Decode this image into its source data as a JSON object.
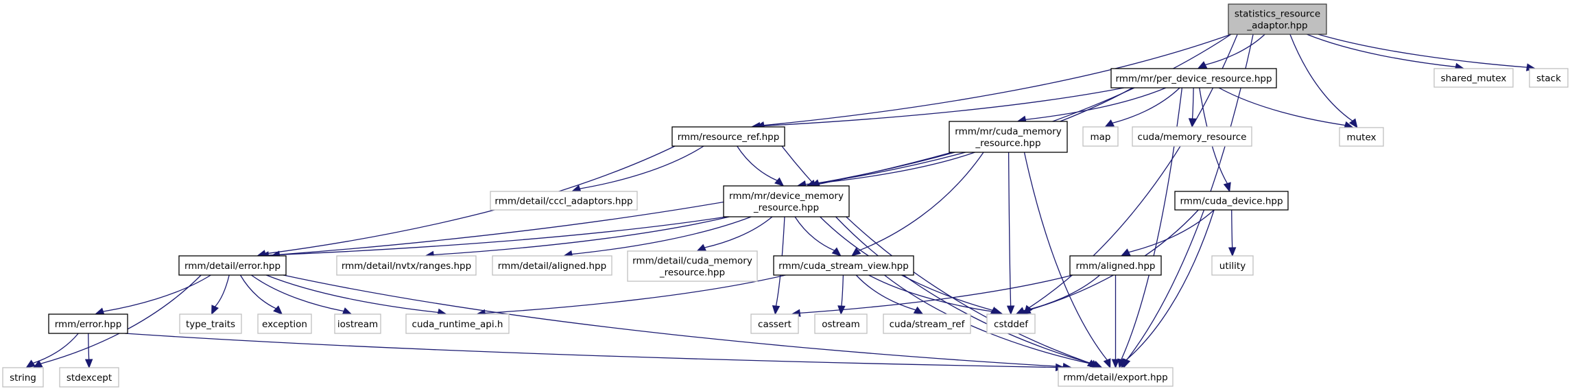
{
  "graph": {
    "title": "statistics_resource_adaptor.hpp include dependency graph",
    "colors": {
      "edge": "#191970",
      "root_fill": "#bfbfbf",
      "local_border": "#000000",
      "system_border": "#bfbfbf"
    },
    "nodes": [
      {
        "id": "root",
        "kind": "root",
        "lines": [
          "statistics_resource",
          "_adaptor.hpp"
        ]
      },
      {
        "id": "per_device",
        "kind": "local",
        "lines": [
          "rmm/mr/per_device_resource.hpp"
        ]
      },
      {
        "id": "shared_mutex",
        "kind": "sys",
        "lines": [
          "shared_mutex"
        ]
      },
      {
        "id": "stack",
        "kind": "sys",
        "lines": [
          "stack"
        ]
      },
      {
        "id": "resource_ref",
        "kind": "local",
        "lines": [
          "rmm/resource_ref.hpp"
        ]
      },
      {
        "id": "cuda_mr",
        "kind": "local",
        "lines": [
          "rmm/mr/cuda_memory",
          "_resource.hpp"
        ]
      },
      {
        "id": "map",
        "kind": "sys",
        "lines": [
          "map"
        ]
      },
      {
        "id": "cuda_memres",
        "kind": "sys",
        "lines": [
          "cuda/memory_resource"
        ]
      },
      {
        "id": "mutex",
        "kind": "sys",
        "lines": [
          "mutex"
        ]
      },
      {
        "id": "cccl",
        "kind": "sys",
        "lines": [
          "rmm/detail/cccl_adaptors.hpp"
        ]
      },
      {
        "id": "device_mr",
        "kind": "local",
        "lines": [
          "rmm/mr/device_memory",
          "_resource.hpp"
        ]
      },
      {
        "id": "cuda_device",
        "kind": "local",
        "lines": [
          "rmm/cuda_device.hpp"
        ]
      },
      {
        "id": "detail_error",
        "kind": "local",
        "lines": [
          "rmm/detail/error.hpp"
        ]
      },
      {
        "id": "nvtx",
        "kind": "sys",
        "lines": [
          "rmm/detail/nvtx/ranges.hpp"
        ]
      },
      {
        "id": "detail_aligned",
        "kind": "sys",
        "lines": [
          "rmm/detail/aligned.hpp"
        ]
      },
      {
        "id": "detail_cuda_mr",
        "kind": "sys",
        "lines": [
          "rmm/detail/cuda_memory",
          "_resource.hpp"
        ]
      },
      {
        "id": "stream_view",
        "kind": "local",
        "lines": [
          "rmm/cuda_stream_view.hpp"
        ]
      },
      {
        "id": "aligned",
        "kind": "local",
        "lines": [
          "rmm/aligned.hpp"
        ]
      },
      {
        "id": "utility",
        "kind": "sys",
        "lines": [
          "utility"
        ]
      },
      {
        "id": "error",
        "kind": "local",
        "lines": [
          "rmm/error.hpp"
        ]
      },
      {
        "id": "type_traits",
        "kind": "sys",
        "lines": [
          "type_traits"
        ]
      },
      {
        "id": "exception",
        "kind": "sys",
        "lines": [
          "exception"
        ]
      },
      {
        "id": "iostream",
        "kind": "sys",
        "lines": [
          "iostream"
        ]
      },
      {
        "id": "cuda_runtime",
        "kind": "sys",
        "lines": [
          "cuda_runtime_api.h"
        ]
      },
      {
        "id": "cassert",
        "kind": "sys",
        "lines": [
          "cassert"
        ]
      },
      {
        "id": "ostream",
        "kind": "sys",
        "lines": [
          "ostream"
        ]
      },
      {
        "id": "stream_ref",
        "kind": "sys",
        "lines": [
          "cuda/stream_ref"
        ]
      },
      {
        "id": "cstddef",
        "kind": "sys",
        "lines": [
          "cstddef"
        ]
      },
      {
        "id": "string",
        "kind": "sys",
        "lines": [
          "string"
        ]
      },
      {
        "id": "stdexcept",
        "kind": "sys",
        "lines": [
          "stdexcept"
        ]
      },
      {
        "id": "export",
        "kind": "sys",
        "lines": [
          "rmm/detail/export.hpp"
        ]
      }
    ],
    "edges": [
      [
        "root",
        "per_device"
      ],
      [
        "root",
        "resource_ref"
      ],
      [
        "root",
        "device_mr"
      ],
      [
        "root",
        "cstddef"
      ],
      [
        "root",
        "mutex"
      ],
      [
        "root",
        "export"
      ],
      [
        "root",
        "shared_mutex"
      ],
      [
        "root",
        "stack"
      ],
      [
        "per_device",
        "resource_ref"
      ],
      [
        "per_device",
        "device_mr"
      ],
      [
        "per_device",
        "cuda_mr"
      ],
      [
        "per_device",
        "map"
      ],
      [
        "per_device",
        "cuda_memres"
      ],
      [
        "per_device",
        "mutex"
      ],
      [
        "per_device",
        "cuda_device"
      ],
      [
        "per_device",
        "export"
      ],
      [
        "resource_ref",
        "cccl"
      ],
      [
        "resource_ref",
        "device_mr"
      ],
      [
        "resource_ref",
        "detail_error"
      ],
      [
        "resource_ref",
        "export"
      ],
      [
        "cuda_mr",
        "device_mr"
      ],
      [
        "cuda_mr",
        "detail_error"
      ],
      [
        "cuda_mr",
        "stream_view"
      ],
      [
        "cuda_mr",
        "cstddef"
      ],
      [
        "cuda_mr",
        "export"
      ],
      [
        "device_mr",
        "detail_error"
      ],
      [
        "device_mr",
        "nvtx"
      ],
      [
        "device_mr",
        "detail_aligned"
      ],
      [
        "device_mr",
        "detail_cuda_mr"
      ],
      [
        "device_mr",
        "stream_view"
      ],
      [
        "device_mr",
        "cstddef"
      ],
      [
        "device_mr",
        "cassert"
      ],
      [
        "device_mr",
        "export"
      ],
      [
        "cuda_device",
        "aligned"
      ],
      [
        "cuda_device",
        "utility"
      ],
      [
        "cuda_device",
        "cstddef"
      ],
      [
        "cuda_device",
        "export"
      ],
      [
        "detail_error",
        "error"
      ],
      [
        "detail_error",
        "type_traits"
      ],
      [
        "detail_error",
        "exception"
      ],
      [
        "detail_error",
        "iostream"
      ],
      [
        "detail_error",
        "cuda_runtime"
      ],
      [
        "detail_error",
        "string"
      ],
      [
        "detail_error",
        "export"
      ],
      [
        "stream_view",
        "cuda_runtime"
      ],
      [
        "stream_view",
        "ostream"
      ],
      [
        "stream_view",
        "stream_ref"
      ],
      [
        "stream_view",
        "cstddef"
      ],
      [
        "stream_view",
        "export"
      ],
      [
        "aligned",
        "cassert"
      ],
      [
        "aligned",
        "cstddef"
      ],
      [
        "aligned",
        "export"
      ],
      [
        "error",
        "string"
      ],
      [
        "error",
        "stdexcept"
      ],
      [
        "error",
        "export"
      ]
    ]
  }
}
